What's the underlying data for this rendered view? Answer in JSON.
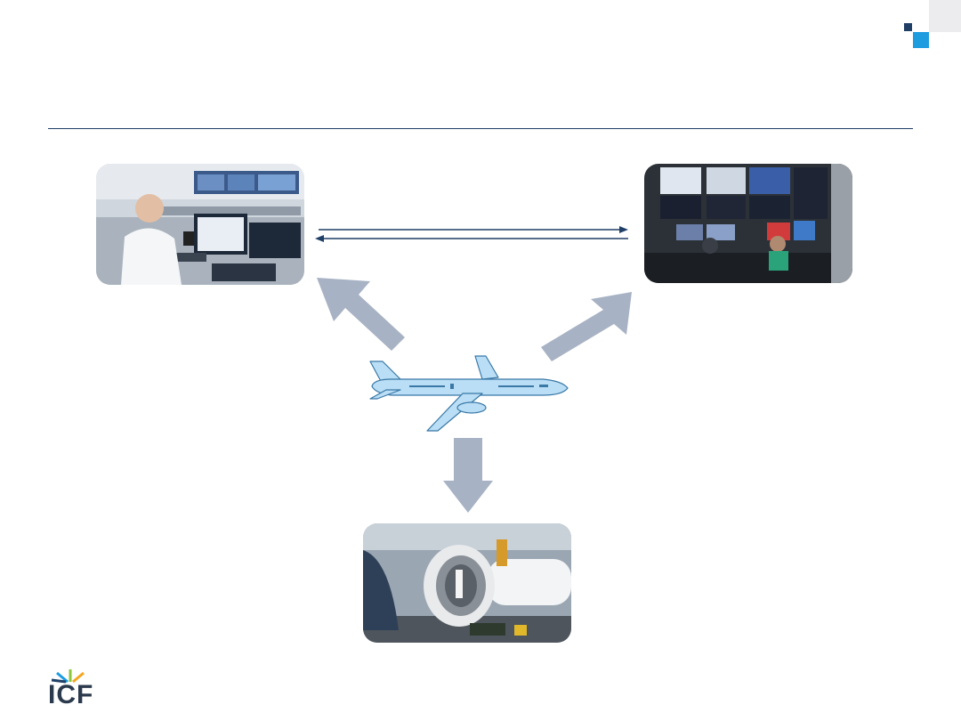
{
  "colors": {
    "accent_dark": "#1f3f66",
    "accent_light": "#1e9ce0",
    "corner_gray": "#ececee",
    "rule": "#1f3f66",
    "arrow_fill": "#a7b2c4",
    "plane_body": "#b9def5",
    "plane_stroke": "#3a78a6",
    "brand_text": "#2c3a4d"
  },
  "icons": {
    "plane": "airplane-icon",
    "logo": "icf-logo-icon"
  },
  "images": {
    "top_left": "operations-control-center-photo",
    "top_right": "air-traffic-control-room-photo",
    "bottom": "aircraft-engine-maintenance-hangar-photo"
  },
  "logo": {
    "text": "ICF"
  }
}
